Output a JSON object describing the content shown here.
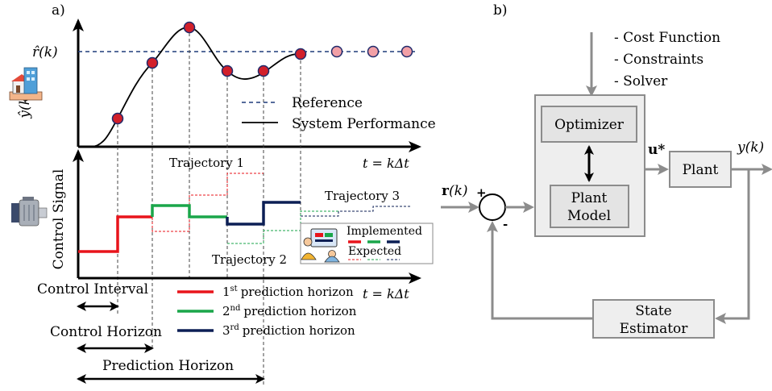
{
  "panel_a": {
    "label": "a)",
    "yhat_label": "ŷ(k)",
    "rhat_label": "r̂(k)",
    "time_label": "t = kΔt",
    "time_label_2": "t = kΔt",
    "legend_reference": "Reference",
    "legend_system": "System Performance",
    "control_signal_label": "Control Signal",
    "trajectory_1": "Trajectory 1",
    "trajectory_2": "Trajectory 2",
    "trajectory_3": "Trajectory 3",
    "implemented": "Implemented",
    "expected": "Expected",
    "horizon_1_num": "1",
    "horizon_1_sup": "st",
    "horizon_1_text": "prediction horizon",
    "horizon_2_num": "2",
    "horizon_2_sup": "nd",
    "horizon_2_text": "prediction horizon",
    "horizon_3_num": "3",
    "horizon_3_sup": "rd",
    "horizon_3_text": "prediction horizon",
    "control_interval": "Control Interval",
    "control_horizon": "Control Horizon",
    "prediction_horizon": "Prediction Horizon"
  },
  "panel_b": {
    "label": "b)",
    "cost_function": "- Cost Function",
    "constraints": "- Constraints",
    "solver": "- Solver",
    "optimizer": "Optimizer",
    "plant_model_1": "Plant",
    "plant_model_2": "Model",
    "plant": "Plant",
    "state_estimator_1": "State",
    "state_estimator_2": "Estimator",
    "r_label": "r(k)",
    "u_label": "u*",
    "y_label": "y(k)",
    "plus": "+",
    "minus": "-"
  },
  "colors": {
    "red": "#e8141b",
    "green": "#1aa64a",
    "navy": "#0c1f55",
    "reference": "#1f3c7a",
    "marker_fill": "#d21f2a",
    "marker_future": "#f2a0a6",
    "gray": "#8c8c8c",
    "box_fill": "#eeeeee"
  },
  "icons": [
    "building-icon",
    "motor-icon",
    "engineer-monitor-icon"
  ]
}
